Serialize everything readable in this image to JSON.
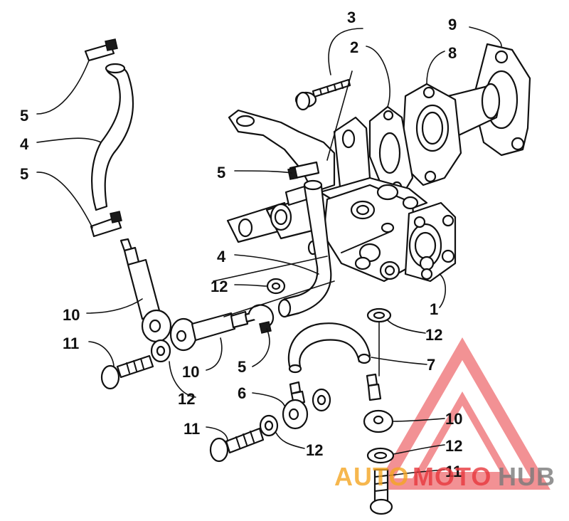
{
  "callouts": [
    {
      "id": "c1",
      "label": "1"
    },
    {
      "id": "c2",
      "label": "2"
    },
    {
      "id": "c3",
      "label": "3"
    },
    {
      "id": "c4a",
      "label": "4"
    },
    {
      "id": "c4b",
      "label": "4"
    },
    {
      "id": "c5a",
      "label": "5"
    },
    {
      "id": "c5b",
      "label": "5"
    },
    {
      "id": "c5c",
      "label": "5"
    },
    {
      "id": "c5d",
      "label": "5"
    },
    {
      "id": "c6",
      "label": "6"
    },
    {
      "id": "c7",
      "label": "7"
    },
    {
      "id": "c8",
      "label": "8"
    },
    {
      "id": "c9",
      "label": "9"
    },
    {
      "id": "c10a",
      "label": "10"
    },
    {
      "id": "c10b",
      "label": "10"
    },
    {
      "id": "c10c",
      "label": "10"
    },
    {
      "id": "c11a",
      "label": "11"
    },
    {
      "id": "c11b",
      "label": "11"
    },
    {
      "id": "c11c",
      "label": "11"
    },
    {
      "id": "c12a",
      "label": "12"
    },
    {
      "id": "c12b",
      "label": "12"
    },
    {
      "id": "c12c",
      "label": "12"
    },
    {
      "id": "c12d",
      "label": "12"
    },
    {
      "id": "c12e",
      "label": "12"
    }
  ],
  "watermark": {
    "part1": "AUTO",
    "part2": "MOTO",
    "part3": "HUB",
    "color_red": "#e8383d",
    "color_orange": "#f5a623",
    "color_gray": "#7a7a7a"
  }
}
